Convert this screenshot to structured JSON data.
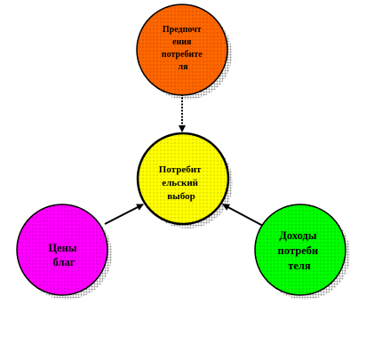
{
  "colors": {
    "top": "#ff6600",
    "center": "#ffff00",
    "left": "#ff00ff",
    "right": "#00ff00",
    "stroke": "#000000",
    "shadow": "#9a9a9a"
  },
  "nodes": {
    "top": {
      "lines": [
        "Предпочт",
        "ения",
        "потребите",
        "ля"
      ]
    },
    "center": {
      "lines": [
        "Потребит",
        "ельский",
        "выбор"
      ]
    },
    "left": {
      "lines": [
        "Цены",
        "благ"
      ]
    },
    "right": {
      "lines": [
        "Доходы",
        "потреби",
        "теля"
      ]
    }
  }
}
